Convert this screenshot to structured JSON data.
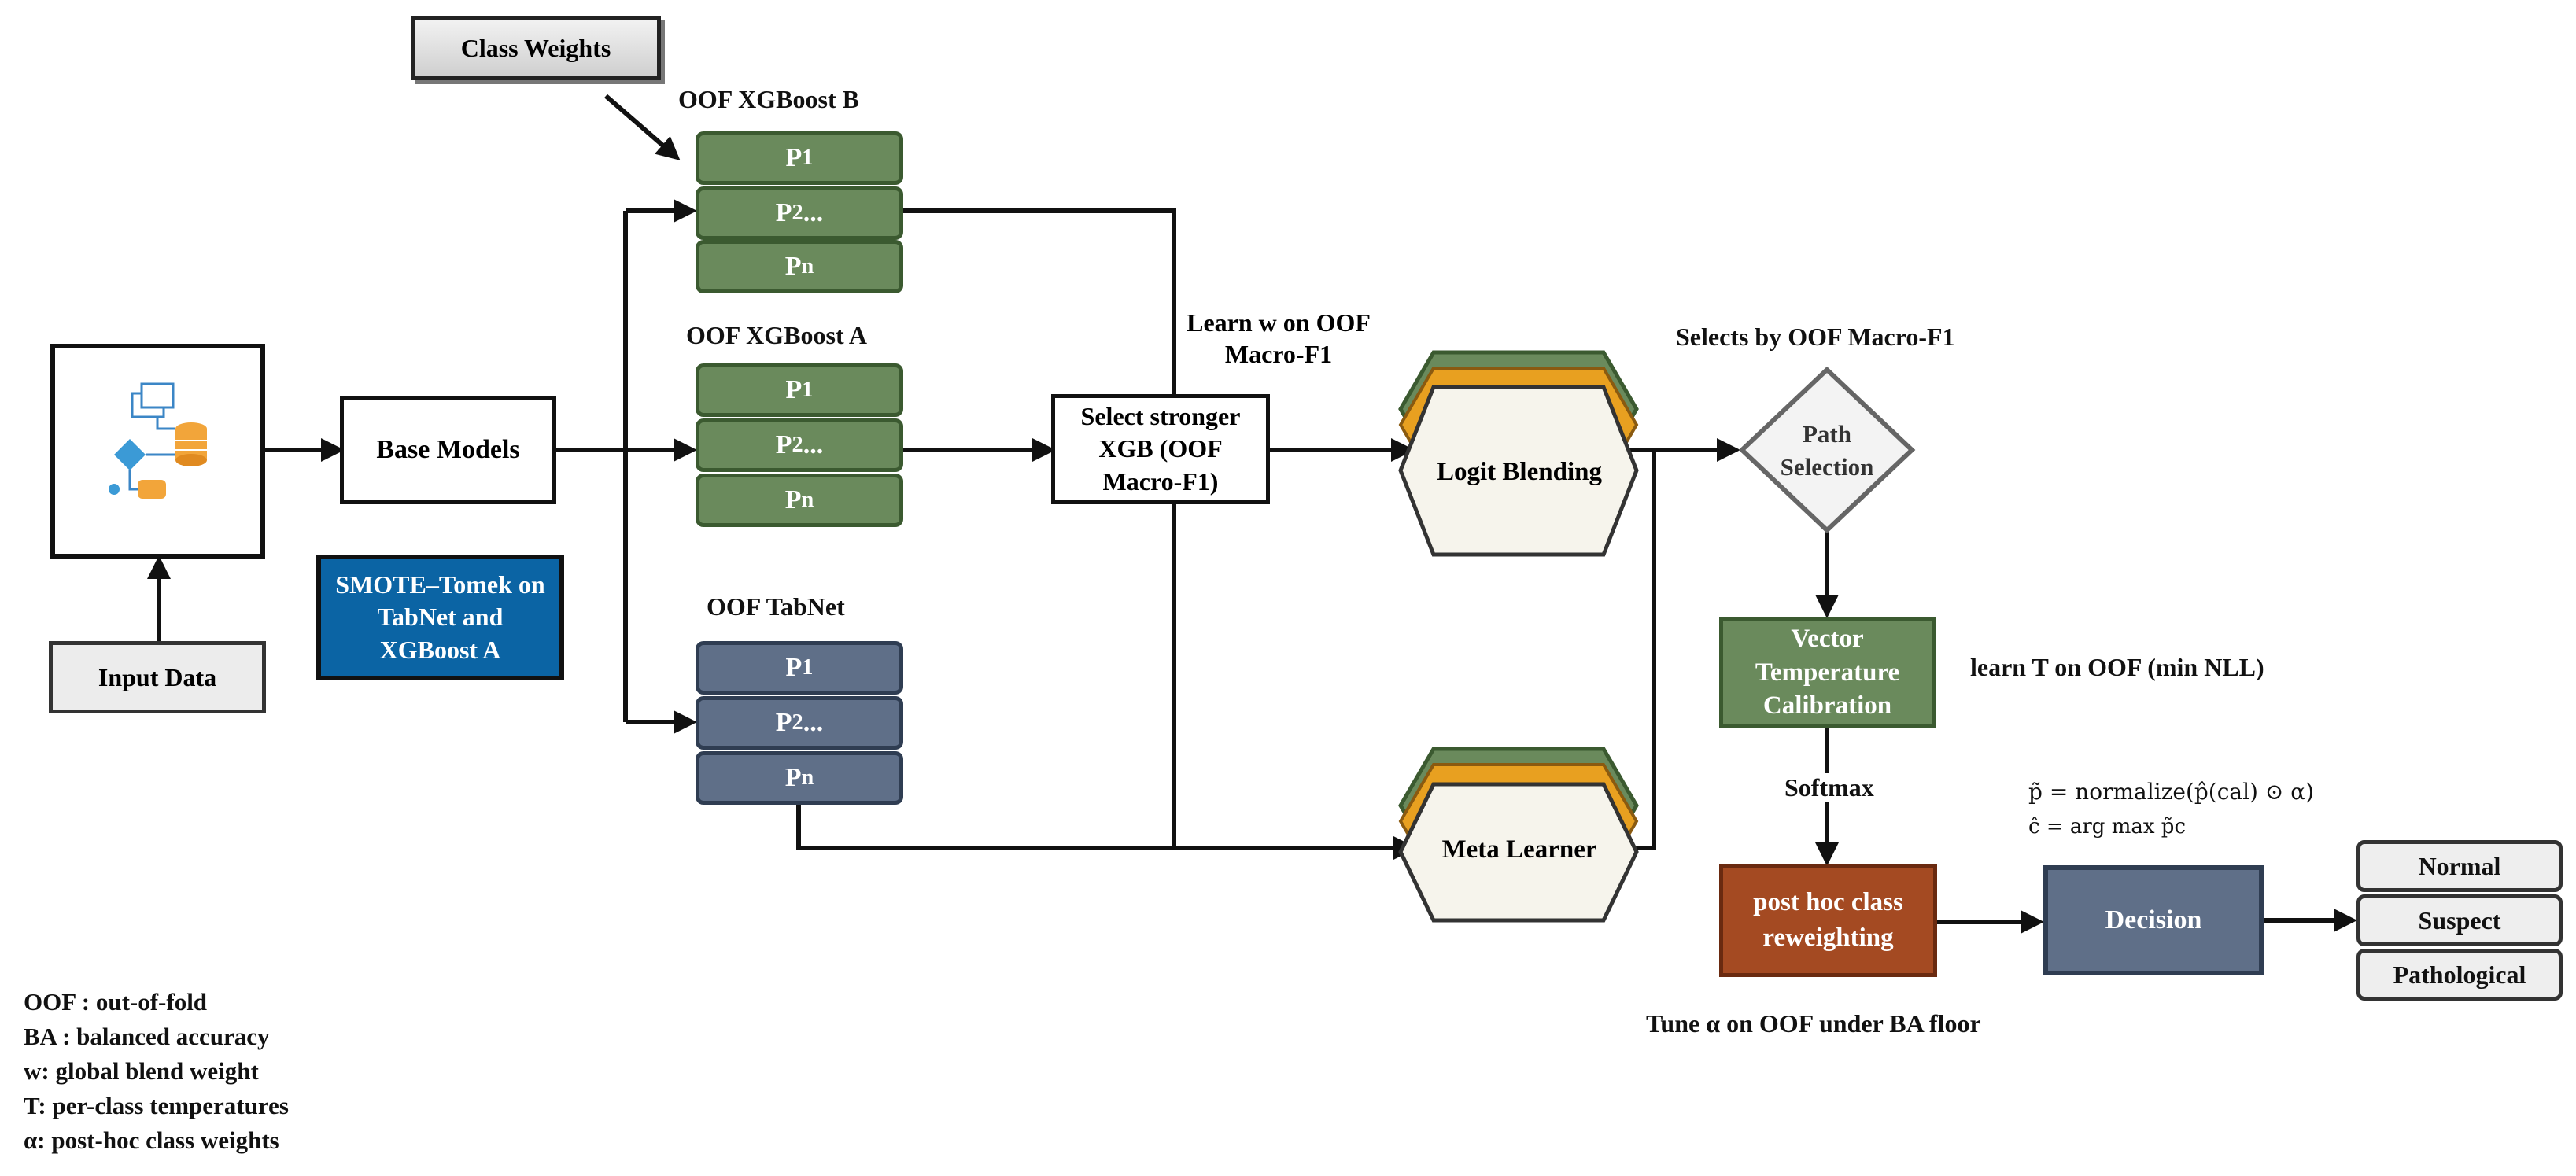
{
  "class_weights": "Class Weights",
  "input_data": "Input Data",
  "base_models": "Base Models",
  "smote": "SMOTE–Tomek on TabNet and XGBoost A",
  "xgb_b": {
    "title": "OOF XGBoost B",
    "rows": [
      "P1",
      "P2...",
      "Pn"
    ]
  },
  "xgb_a": {
    "title": "OOF XGBoost A",
    "rows": [
      "P1",
      "P2...",
      "Pn"
    ]
  },
  "tabnet": {
    "title": "OOF TabNet",
    "rows": [
      "P1",
      "P2...",
      "Pn"
    ]
  },
  "learn_w": "Learn w on OOF Macro-F1",
  "select_xgb": "Select stronger XGB (OOF Macro-F1)",
  "logit_blending": "Logit Blending",
  "meta_learner": "Meta Learner",
  "selects_by": "Selects by OOF Macro-F1",
  "path_selection": "Path Selection",
  "vector_temp": "Vector Temperature Calibration",
  "learn_T": "learn T on OOF (min NLL)",
  "softmax": "Softmax",
  "posthoc": "post hoc class reweighting",
  "tune_alpha": "Tune α on OOF under BA floor",
  "decision": "Decision",
  "formula1": "p̃ = normalize(p̂(cal) ⊙ α)",
  "formula2": "ĉ = arg max p̃c",
  "outputs": [
    "Normal",
    "Suspect",
    "Pathological"
  ],
  "legend": [
    "OOF : out-of-fold",
    "BA : balanced accuracy",
    "w: global blend weight",
    "T: per-class temperatures",
    "α: post-hoc class weights"
  ],
  "colors": {
    "green": "#6a8a5c",
    "slate": "#5f6f88",
    "smote_blue": "#0b64a4",
    "posthoc_brown": "#a44a22",
    "decision_slate": "#5f6f88",
    "hex_fill": "#f6f4ec",
    "orange": "#e8a020"
  }
}
